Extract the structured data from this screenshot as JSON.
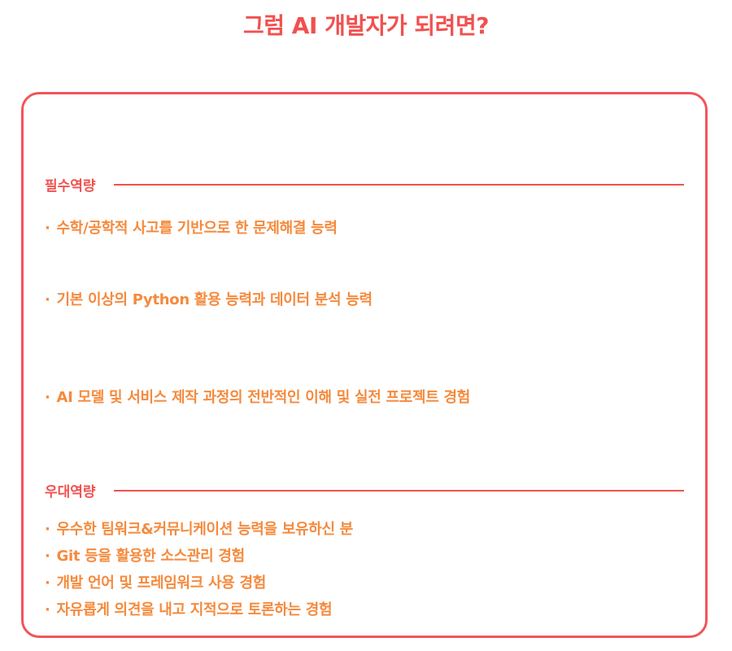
{
  "title": "그럼 AI 개발자가 되려면?",
  "bullet": "·",
  "required": {
    "heading": "필수역량",
    "items": [
      "수학/공학적 사고를 기반으로 한 문제해결 능력",
      "기본 이상의 Python 활용 능력과 데이터 분석 능력",
      "AI 모델 및 서비스 제작 과정의 전반적인 이해 및 실전 프로젝트 경험"
    ]
  },
  "preferred": {
    "heading": "우대역량",
    "items": [
      "우수한 팀워크&커뮤니케이션 능력을 보유하신 분",
      "Git 등을 활용한 소스관리 경험",
      "개발 언어 및 프레임워크 사용 경험",
      "자유롭게 의견을 내고 지적으로 토론하는 경험"
    ]
  },
  "colors": {
    "heading": "#f0514f",
    "item": "#f58a3d",
    "border": "#f2545b"
  }
}
